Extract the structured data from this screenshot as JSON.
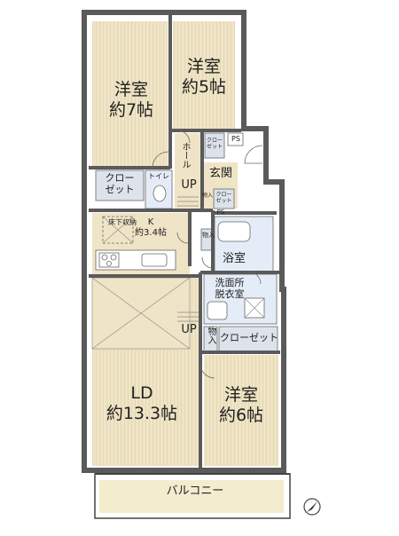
{
  "colors": {
    "room_fill": "#efe4c6",
    "room_stripe": "#e4d7b3",
    "wet_fill": "#e4edf7",
    "closet_fill": "#dde3eb",
    "wall": "#5a5a5a",
    "wall_fill": "#ffffff",
    "outline": "#444444"
  },
  "rooms": {
    "western7": {
      "name": "洋室",
      "size": "約7帖"
    },
    "western5": {
      "name": "洋室",
      "size": "約5帖"
    },
    "western6": {
      "name": "洋室",
      "size": "約6帖"
    },
    "ld": {
      "name": "LD",
      "size": "約13.3帖"
    },
    "kitchen": {
      "name": "K",
      "size": "約3.4帖"
    },
    "hall": "ホール",
    "entrance": "玄関",
    "toilet": "トイレ",
    "bath": "浴室",
    "washroom": {
      "line1": "洗面所",
      "line2": "脱衣室"
    },
    "balcony": "バルコニー"
  },
  "labels": {
    "closet_left": {
      "line1": "クロー",
      "line2": "ゼット"
    },
    "closet_right": "クローゼット",
    "closet_small_1": {
      "line1": "クロー",
      "line2": "ゼット"
    },
    "closet_small_2": {
      "line1": "クロー",
      "line2": "ゼット"
    },
    "storage_1": "物入",
    "storage_2": "物入",
    "storage_3": "物入",
    "underfloor": "床下収納",
    "ps_1": "PS",
    "ps_2": "PS",
    "up_1": "UP",
    "up_2": "UP"
  }
}
